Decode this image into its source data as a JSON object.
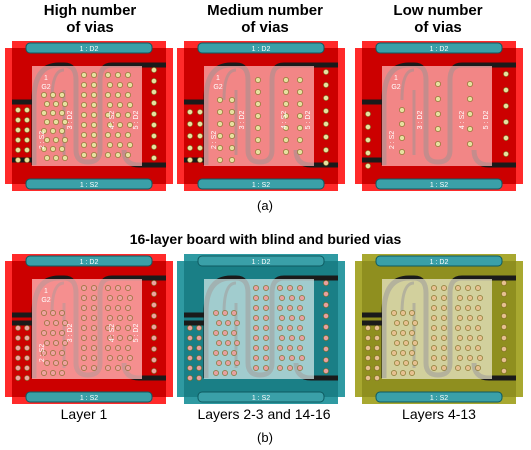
{
  "row_a": {
    "titles": [
      {
        "line1": "High number",
        "line2": "of vias"
      },
      {
        "line1": "Medium number",
        "line2": "of vias"
      },
      {
        "line1": "Low number",
        "line2": "of vias"
      }
    ],
    "caption": "(a)"
  },
  "middle_title": "16-layer board with blind and buried vias",
  "row_b": {
    "labels": [
      "Layer 1",
      "Layers 2-3 and 14-16",
      "Layers 4-13"
    ],
    "caption": "(b)"
  },
  "pad_labels": {
    "top": "1 : D2",
    "bottom": "1 : S2",
    "g2": [
      "1",
      "G2"
    ],
    "s2": [
      "2",
      "S2"
    ],
    "d2_left": [
      "3 : D2"
    ],
    "s2_mid": [
      "4 : S2"
    ],
    "d2_right": [
      "5 : D2"
    ]
  },
  "colors": {
    "red_copper": "#cc0000",
    "red_border": "#ff2a2a",
    "teal_copper": "#1a7f86",
    "olive_copper": "#8f8f1f",
    "trace": "#1a1a1a",
    "pad_teal": "#3aa0a8",
    "overlay": "#ffb3b3",
    "via": "#e8e0a0"
  }
}
